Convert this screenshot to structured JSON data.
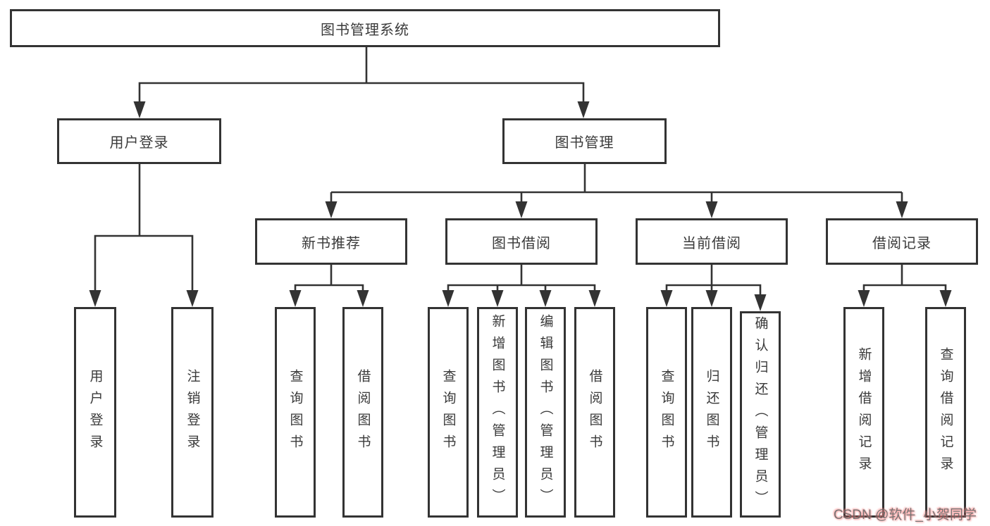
{
  "watermark": {
    "text": "CSDN @软件_小贺同学"
  },
  "colors": {
    "line": "#333333",
    "box_border": "#333333",
    "text": "#3a3a3a",
    "background": "#ffffff",
    "watermark_gray": "#6a6a6a",
    "watermark_pink": "#ff8080"
  },
  "diagram": {
    "type": "tree",
    "root": {
      "label": "图书管理系统",
      "children": [
        {
          "label": "用户登录",
          "children": [
            {
              "label": "用户登录"
            },
            {
              "label": "注销登录"
            }
          ]
        },
        {
          "label": "图书管理",
          "children": [
            {
              "label": "新书推荐",
              "children": [
                {
                  "label": "查询图书"
                },
                {
                  "label": "借阅图书"
                }
              ]
            },
            {
              "label": "图书借阅",
              "children": [
                {
                  "label": "查询图书"
                },
                {
                  "label": "新增图书（管理员）"
                },
                {
                  "label": "编辑图书（管理员）"
                },
                {
                  "label": "借阅图书"
                }
              ]
            },
            {
              "label": "当前借阅",
              "children": [
                {
                  "label": "查询图书"
                },
                {
                  "label": "归还图书"
                },
                {
                  "label": "确认归还（管理员）"
                }
              ]
            },
            {
              "label": "借阅记录",
              "children": [
                {
                  "label": "新增借阅记录"
                },
                {
                  "label": "查询借阅记录"
                }
              ]
            }
          ]
        }
      ]
    }
  }
}
